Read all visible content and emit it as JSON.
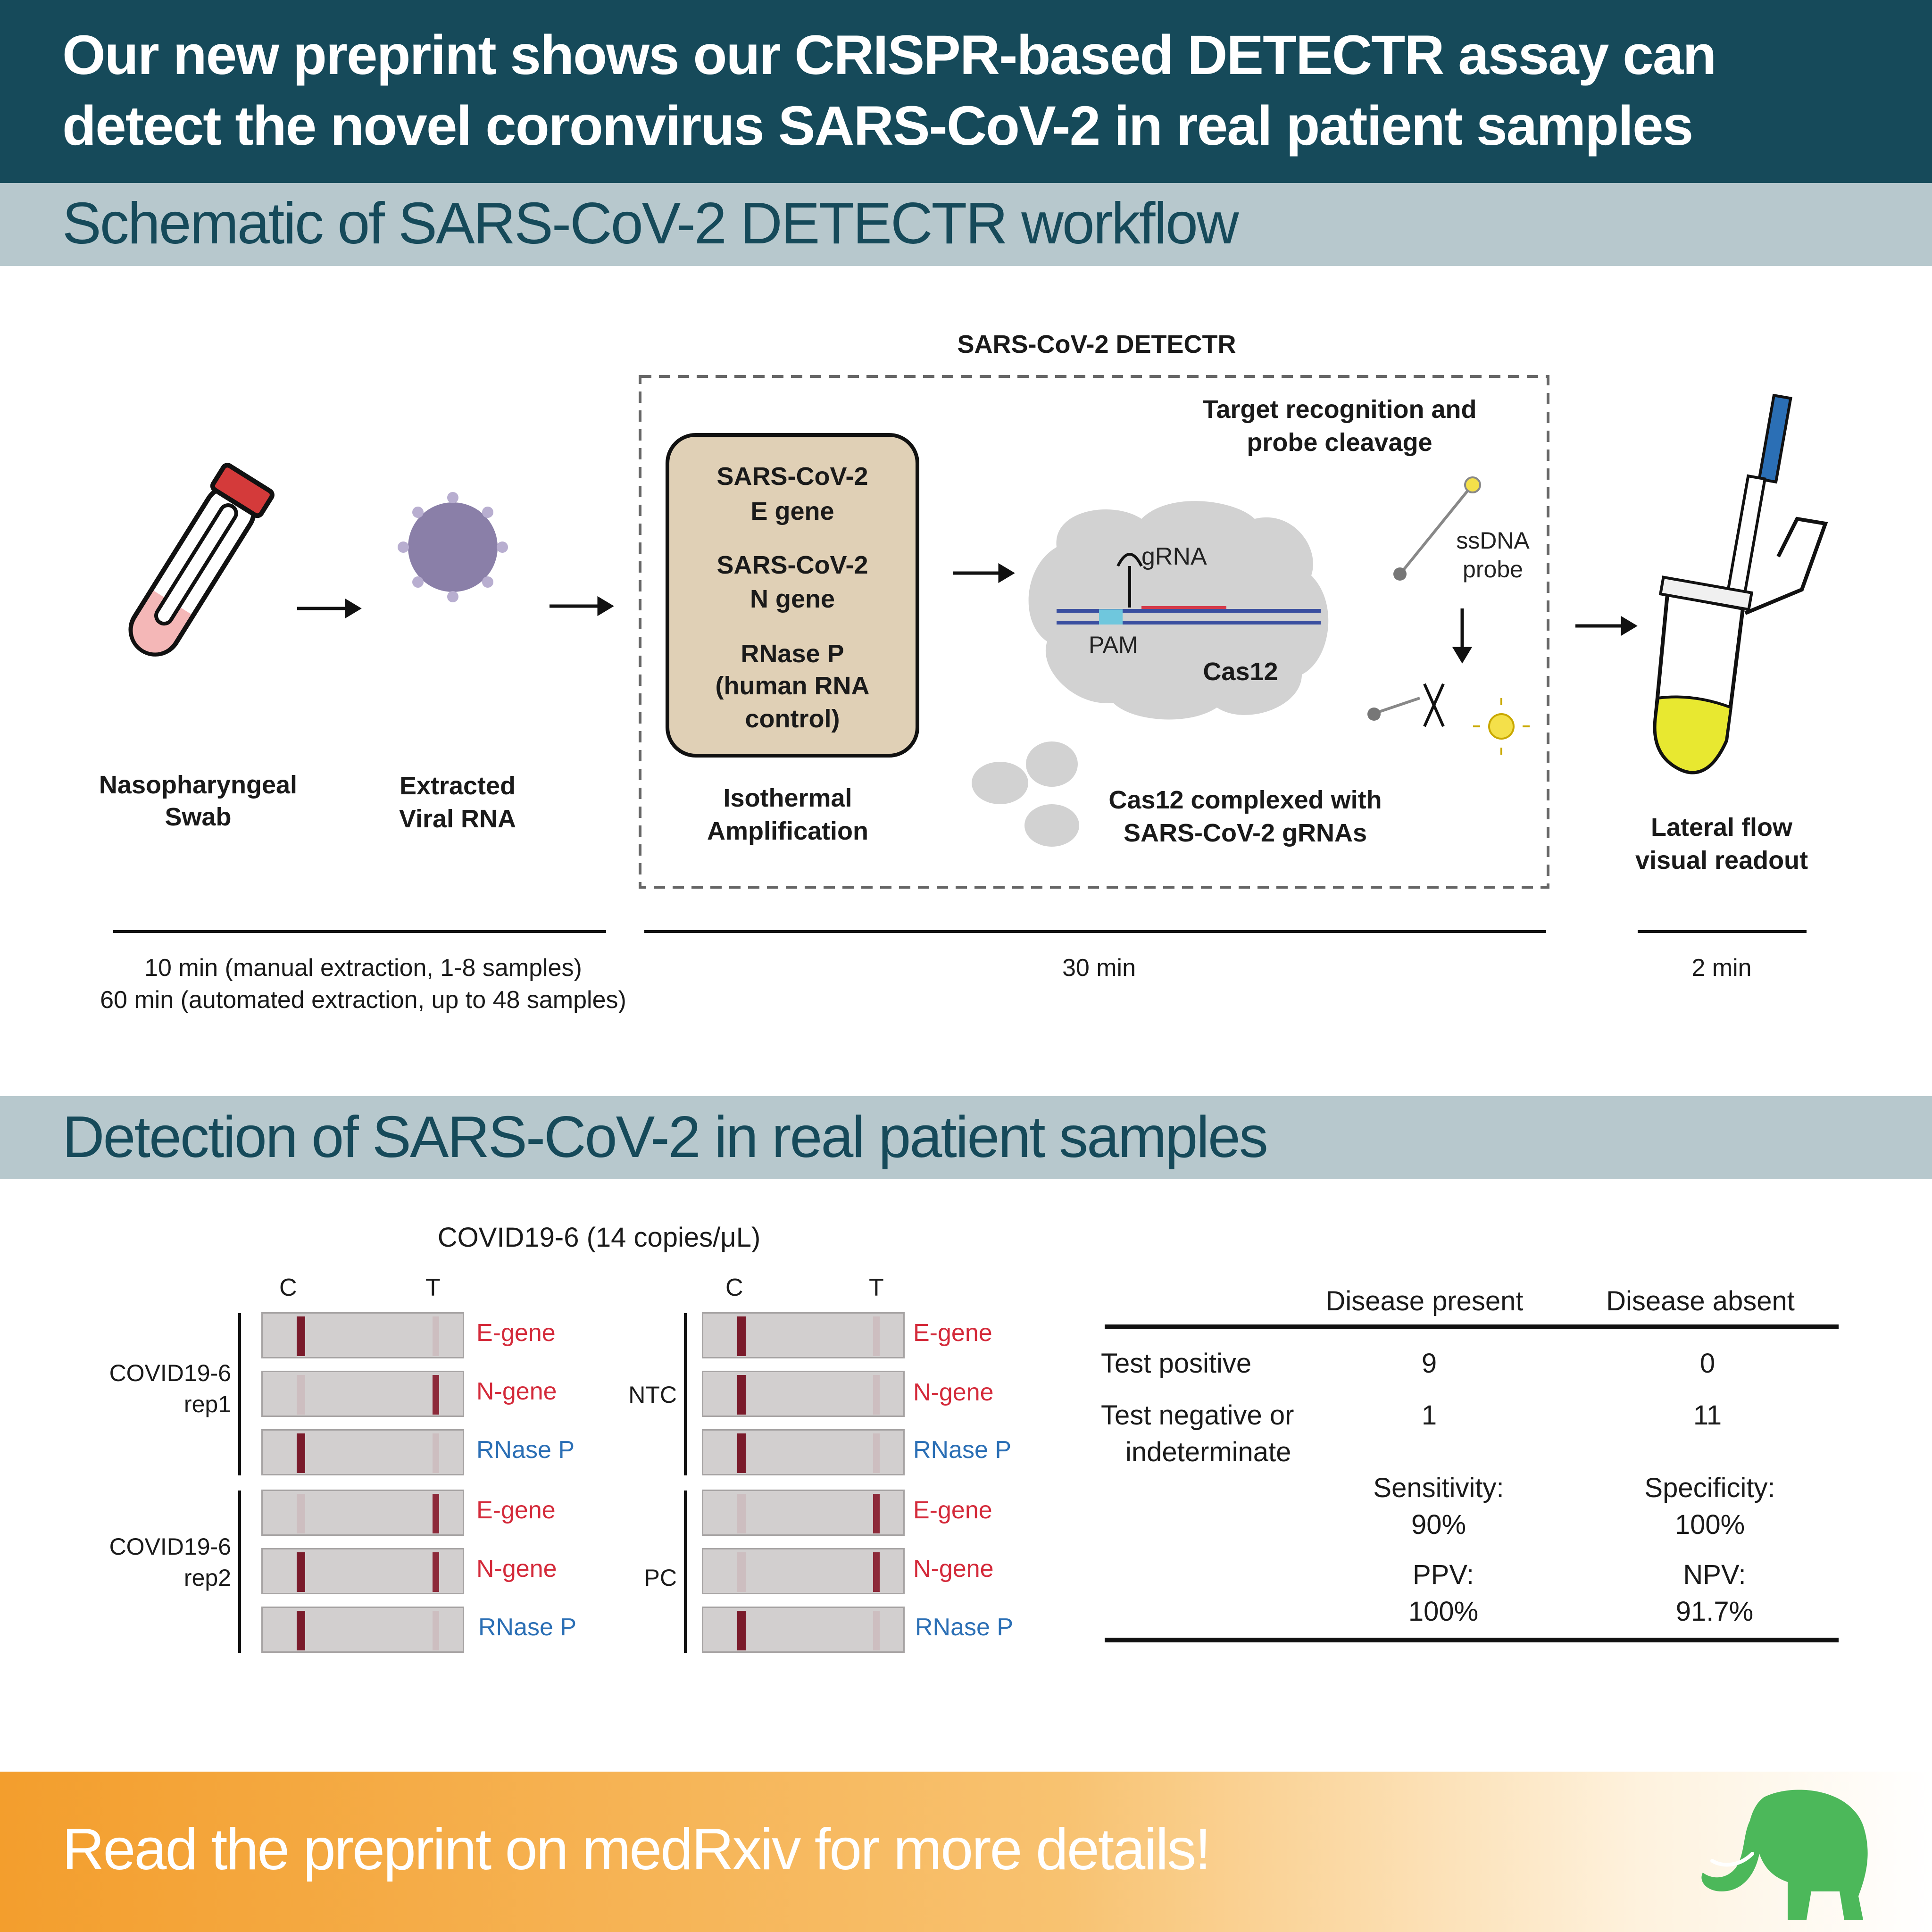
{
  "header": {
    "line1": "Our new preprint shows our CRISPR-based DETECTR assay can",
    "line2": "detect the novel coronvirus SARS-CoV-2 in real patient samples"
  },
  "section1": {
    "title": "Schematic of SARS-CoV-2 DETECTR workflow"
  },
  "workflow": {
    "box_title": "SARS-CoV-2 DETECTR",
    "swab_label_1": "Nasopharyngeal",
    "swab_label_2": "Swab",
    "rna_label_1": "Extracted",
    "rna_label_2": "Viral RNA",
    "amp_targets": [
      "SARS-CoV-2",
      "E gene",
      "SARS-CoV-2",
      "N gene",
      "RNase P",
      "(human RNA",
      "control)"
    ],
    "amp_label_1": "Isothermal",
    "amp_label_2": "Amplification",
    "target_title_1": "Target recognition and",
    "target_title_2": "probe cleavage",
    "grna": "gRNA",
    "pam": "PAM",
    "cas12": "Cas12",
    "probe_1": "ssDNA",
    "probe_2": "probe",
    "complex_1": "Cas12 complexed with",
    "complex_2": "SARS-CoV-2 gRNAs",
    "readout_1": "Lateral flow",
    "readout_2": "visual readout",
    "time1_a": "10 min (manual extraction, 1-8 samples)",
    "time1_b": "60 min (automated extraction, up to 48 samples)",
    "time2": "30 min",
    "time3": "2 min"
  },
  "section2": {
    "title": "Detection of SARS-CoV-2 in real patient samples"
  },
  "strips": {
    "title": "COVID19-6 (14 copies/μL)",
    "col_c": "C",
    "col_t": "T",
    "genes": [
      "E-gene",
      "N-gene",
      "RNase P"
    ],
    "groups": {
      "rep1": [
        "COVID19-6",
        "rep1"
      ],
      "rep2": [
        "COVID19-6",
        "rep2"
      ],
      "ntc": "NTC",
      "pc": "PC"
    }
  },
  "table": {
    "col1": "Disease present",
    "col2": "Disease absent",
    "row1_label": "Test positive",
    "row1": [
      "9",
      "0"
    ],
    "row2_label_1": "Test negative or",
    "row2_label_2": "indeterminate",
    "row2": [
      "1",
      "11"
    ],
    "sens_label": "Sensitivity:",
    "sens_value": "90%",
    "spec_label": "Specificity:",
    "spec_value": "100%",
    "ppv_label": "PPV:",
    "ppv_value": "100%",
    "npv_label": "NPV:",
    "npv_value": "91.7%"
  },
  "footer": {
    "text": "Read the preprint on medRxiv for more details!"
  },
  "colors": {
    "header_bg": "#164a5a",
    "section_bg": "#b7c8cd",
    "footer_orange": "#f39e2d",
    "mammoth_green": "#4cb85a",
    "gene_red": "#d42a3a",
    "gene_blue": "#2b6fb5"
  }
}
